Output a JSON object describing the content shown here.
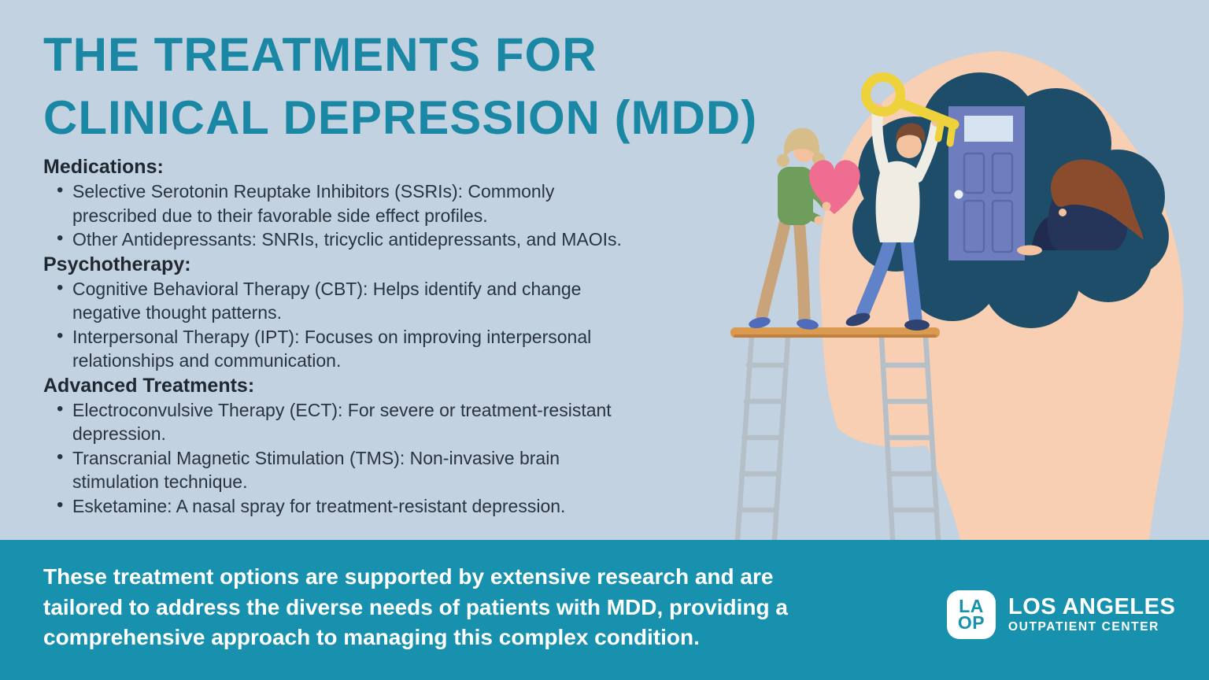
{
  "page_title": {
    "line1": "THE TREATMENTS FOR",
    "line2": "CLINICAL DEPRESSION (MDD)"
  },
  "sections": [
    {
      "heading": "Medications:",
      "bullets": [
        "Selective Serotonin Reuptake Inhibitors (SSRIs): Commonly prescribed due to their favorable side effect profiles.",
        "Other Antidepressants: SNRIs, tricyclic antidepressants, and MAOIs."
      ]
    },
    {
      "heading": "Psychotherapy:",
      "bullets": [
        "Cognitive Behavioral Therapy (CBT): Helps identify and change negative thought patterns.",
        "Interpersonal Therapy (IPT): Focuses on improving interpersonal relationships and communication."
      ]
    },
    {
      "heading": "Advanced Treatments:",
      "bullets": [
        "Electroconvulsive Therapy (ECT): For severe or treatment-resistant depression.",
        "Transcranial Magnetic Stimulation (TMS): Non-invasive brain stimulation technique.",
        "Esketamine: A nasal spray for treatment-resistant depression."
      ]
    }
  ],
  "footer": {
    "message": "These treatment options are supported by extensive research and are tailored to address the diverse needs of patients with MDD, providing a comprehensive approach to managing this complex condition.",
    "logo": {
      "badge_top": "LA",
      "badge_bottom": "OP",
      "name": "LOS ANGELES",
      "subtitle": "OUTPATIENT CENTER"
    }
  },
  "illustration": {
    "elements": [
      "head-silhouette",
      "thought-cloud",
      "closed-door",
      "depressed-person",
      "ladders-and-plank",
      "supporter-with-heart",
      "supporter-with-key",
      "heart-icon",
      "key-icon"
    ]
  },
  "colors": {
    "background": "#c3d2e0",
    "title_teal": "#1a87a5",
    "body_text": "#2a3340",
    "footer_bar": "#1791ad",
    "footer_text": "#ffffff",
    "head_skin": "#f8cfb2",
    "cloud_navy": "#1d4d68",
    "door_blue": "#6d7dbd",
    "heart_pink": "#ee6d90",
    "key_yellow": "#eed23c"
  }
}
